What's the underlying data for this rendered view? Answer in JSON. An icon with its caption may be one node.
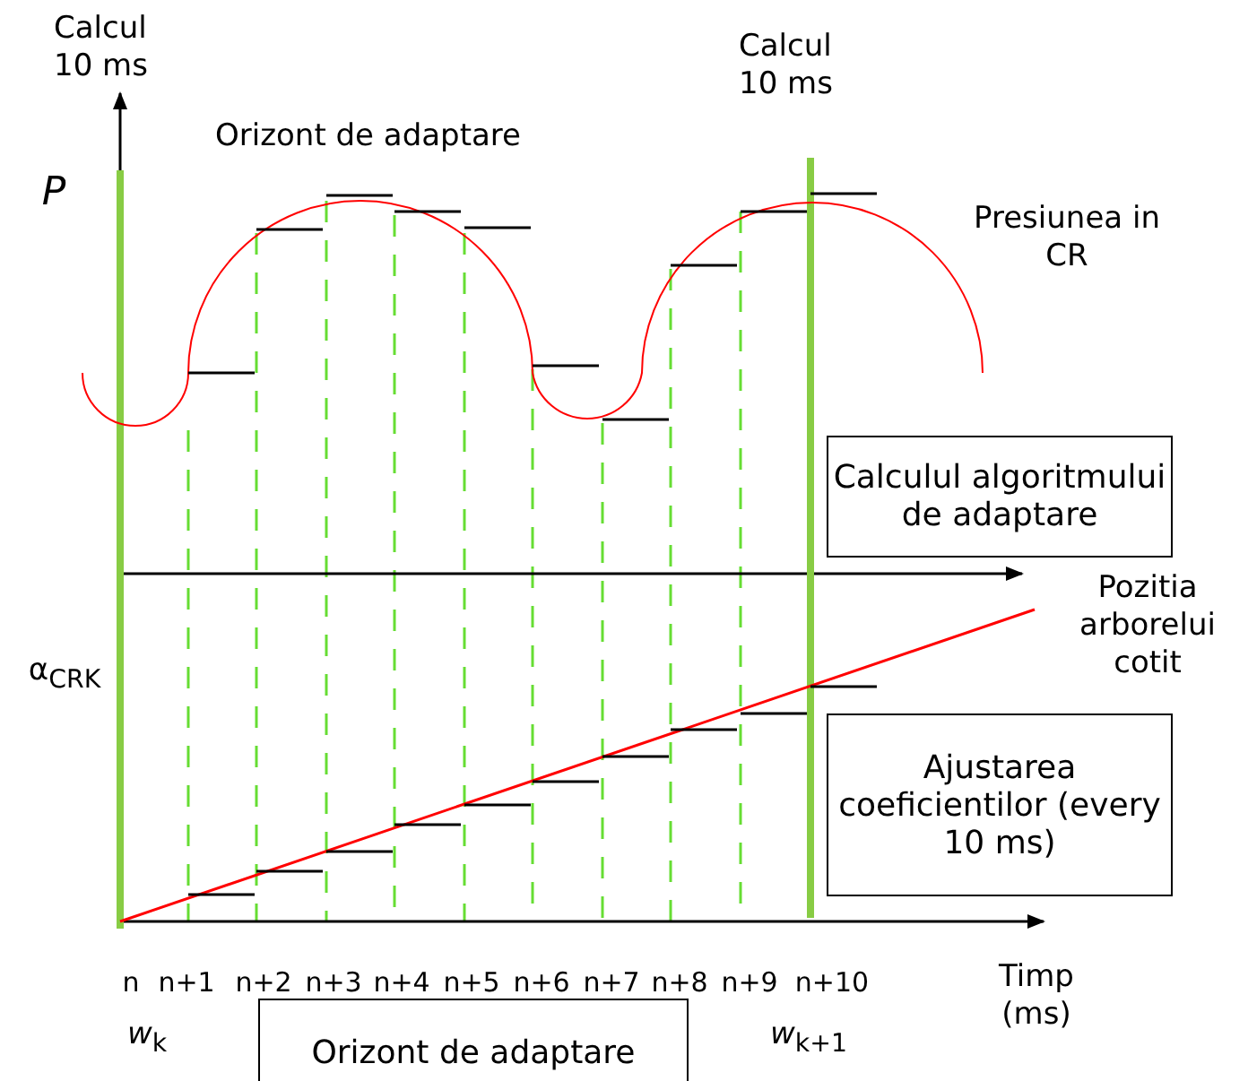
{
  "diagram": {
    "nodes": [
      {
        "text": [
          "Calculul algoritmului de adaptare"
        ]
      },
      {
        "text": [
          "Ajustarea coeficientilor (every 10 ms)"
        ]
      },
      {
        "text": [
          "Orizont de adaptare"
        ]
      }
    ],
    "labels": [
      "Calcul 10 ms",
      "Calcul 10 ms",
      "Orizont de adaptare",
      "P",
      "Presiunea in CR",
      "α$_{CRK}$",
      "Pozitia arborelui cotit",
      "n",
      "n+1",
      "n+2",
      "n+3",
      "n+4",
      "n+5",
      "n+6",
      "n+7",
      "n+8",
      "n+9",
      "n+10",
      "Timp (ms)",
      "*w*$_{k}$",
      "*w*$_{k+1}$"
    ]
  }
}
